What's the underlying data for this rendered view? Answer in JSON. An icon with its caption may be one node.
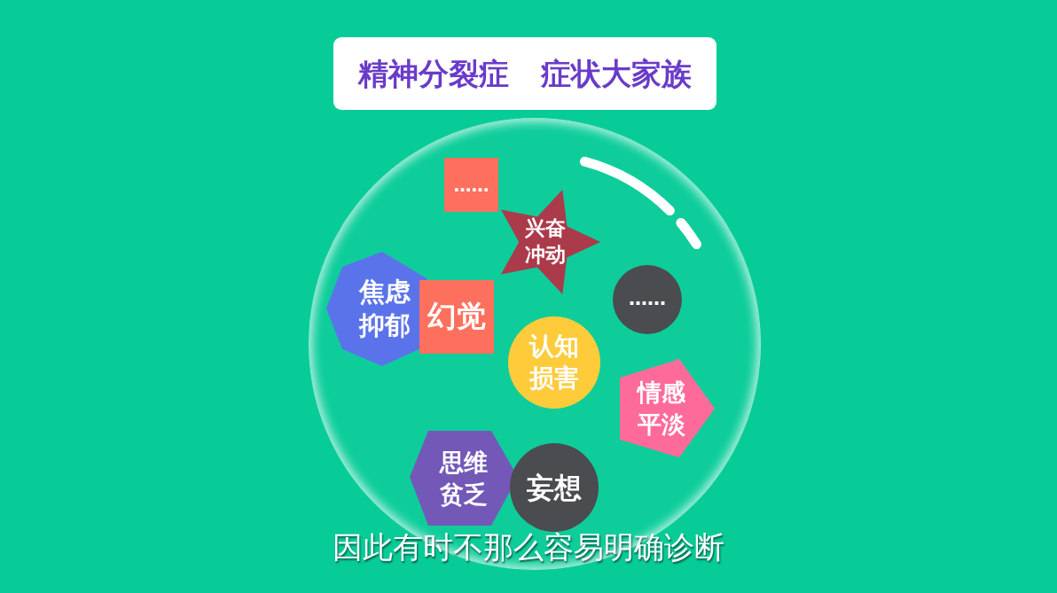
{
  "diagram": {
    "title": "精神分裂症 症状大家族",
    "caption": "因此有时不那么容易明确诊断",
    "nodes": [
      {
        "text": [],
        "shape": "circle"
      },
      {
        "text": [
          "……"
        ],
        "in": 0
      },
      {
        "text": [
          "兴奋冲动"
        ],
        "in": 0
      },
      {
        "text": [
          "焦虑抑郁"
        ],
        "in": 0
      },
      {
        "text": [
          "幻觉"
        ],
        "in": 0
      },
      {
        "text": [
          "……"
        ],
        "in": 0
      },
      {
        "text": [
          "认知损害"
        ],
        "in": 0
      },
      {
        "text": [
          "情感平淡"
        ],
        "in": 0
      },
      {
        "text": [
          "思维贫乏"
        ],
        "in": 0
      },
      {
        "text": [
          "妄想"
        ],
        "in": 0
      }
    ]
  }
}
